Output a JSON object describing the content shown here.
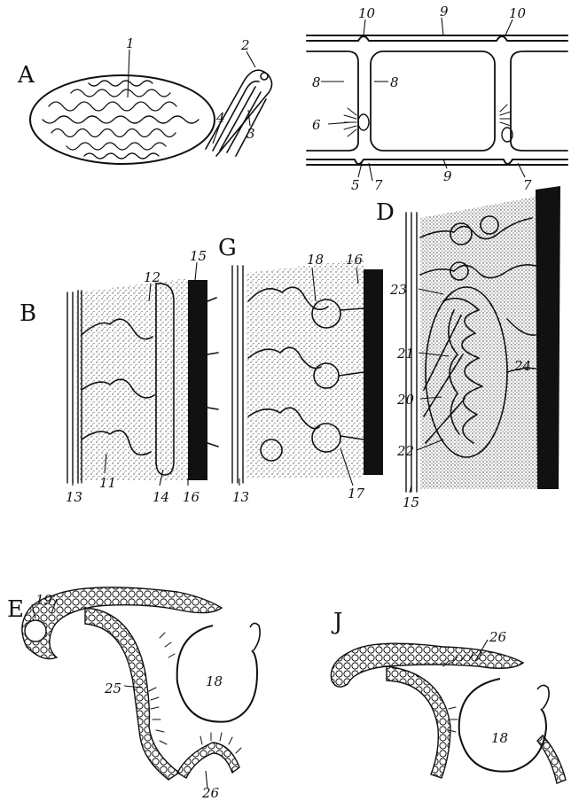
{
  "panels": [
    {
      "id": "A",
      "letter": "A"
    },
    {
      "id": "B",
      "letter": "B"
    },
    {
      "id": "G",
      "letter": "G"
    },
    {
      "id": "D",
      "letter": "D"
    },
    {
      "id": "E",
      "letter": "E"
    },
    {
      "id": "J",
      "letter": "J"
    }
  ],
  "labels": {
    "A": [
      "1",
      "2",
      "3",
      "4"
    ],
    "cells": [
      "10",
      "9",
      "10",
      "8",
      "8",
      "6",
      "5",
      "7",
      "9",
      "7"
    ],
    "B": [
      "12",
      "15",
      "11",
      "13",
      "14",
      "16"
    ],
    "G": [
      "18",
      "16",
      "13",
      "17"
    ],
    "D": [
      "23",
      "21",
      "20",
      "22",
      "24",
      "15"
    ],
    "E": [
      "19",
      "18",
      "25",
      "26"
    ],
    "J": [
      "26",
      "18"
    ]
  }
}
